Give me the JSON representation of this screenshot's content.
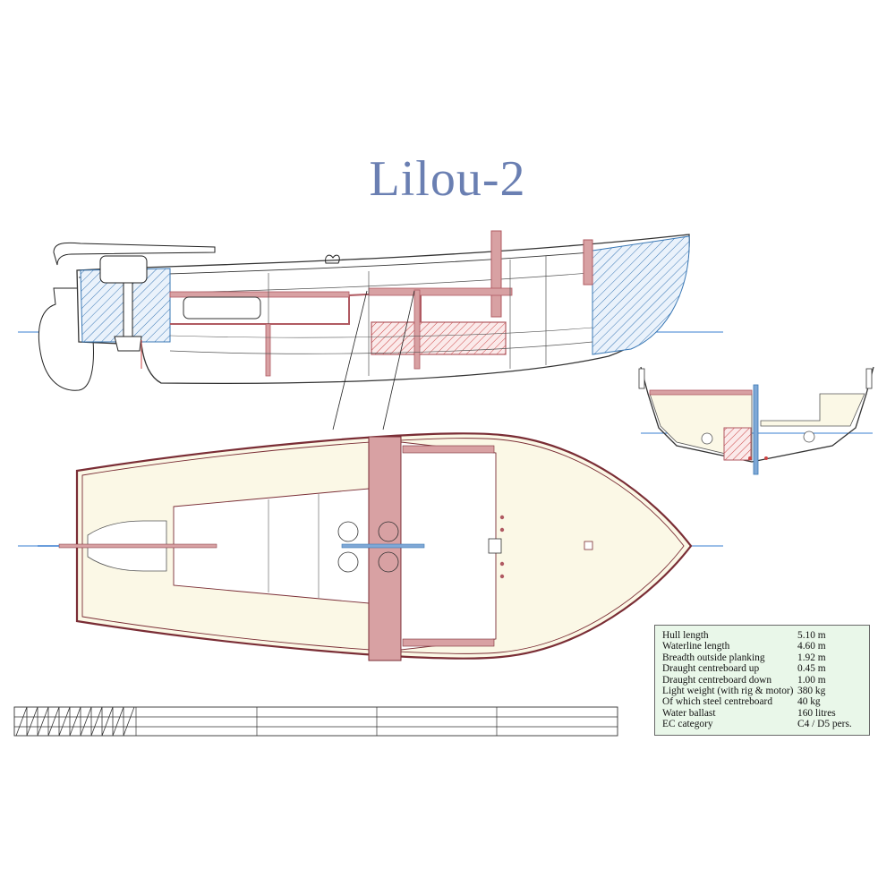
{
  "title": "Lilou-2",
  "colors": {
    "title": "#6a7fb2",
    "hull_outline": "#7a2d35",
    "frame_red": "#b05a62",
    "frame_fill": "#d8a1a3",
    "deck_fill": "#fbf8e6",
    "ballast_hatch": "#3a78b5",
    "waterline": "#3a7fd0",
    "spec_bg": "#e9f7e9"
  },
  "specs": [
    {
      "label": "Hull length",
      "value": "5.10 m"
    },
    {
      "label": "Waterline length",
      "value": "4.60 m"
    },
    {
      "label": "Breadth outside planking",
      "value": "1.92 m"
    },
    {
      "label": "Draught centreboard up",
      "value": "0.45 m"
    },
    {
      "label": "Draught centreboard down",
      "value": "1.00 m"
    },
    {
      "label": "Light weight (with rig & motor)",
      "value": "380 kg"
    },
    {
      "label": "Of which steel centreboard",
      "value": "40 kg"
    },
    {
      "label": "Water ballast",
      "value": "160 litres"
    },
    {
      "label": "EC category",
      "value": "C4 / D5 pers."
    }
  ]
}
